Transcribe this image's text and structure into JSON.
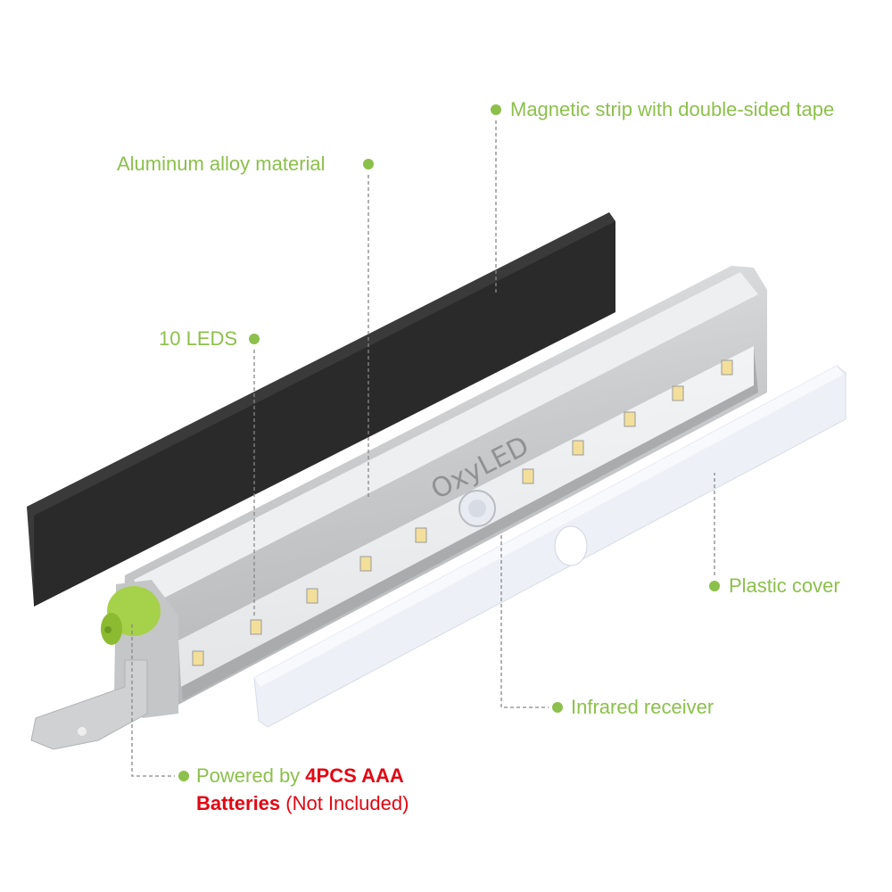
{
  "callouts": {
    "magnetic_strip": "Magnetic strip with double-sided tape",
    "aluminum": "Aluminum alloy material",
    "leds": "10 LEDS",
    "plastic_cover": "Plastic cover",
    "infrared": "Infrared receiver",
    "power_prefix": "Powered by ",
    "power_bold1": "4PCS AAA",
    "power_bold2": "Batteries",
    "power_suffix": " (Not Included)"
  },
  "brand_logo": "OxyLED",
  "colors": {
    "accent": "#8cc04b",
    "highlight": "#e30613",
    "strip": "#2b2b2b",
    "aluminum": "#d4d6d8"
  }
}
